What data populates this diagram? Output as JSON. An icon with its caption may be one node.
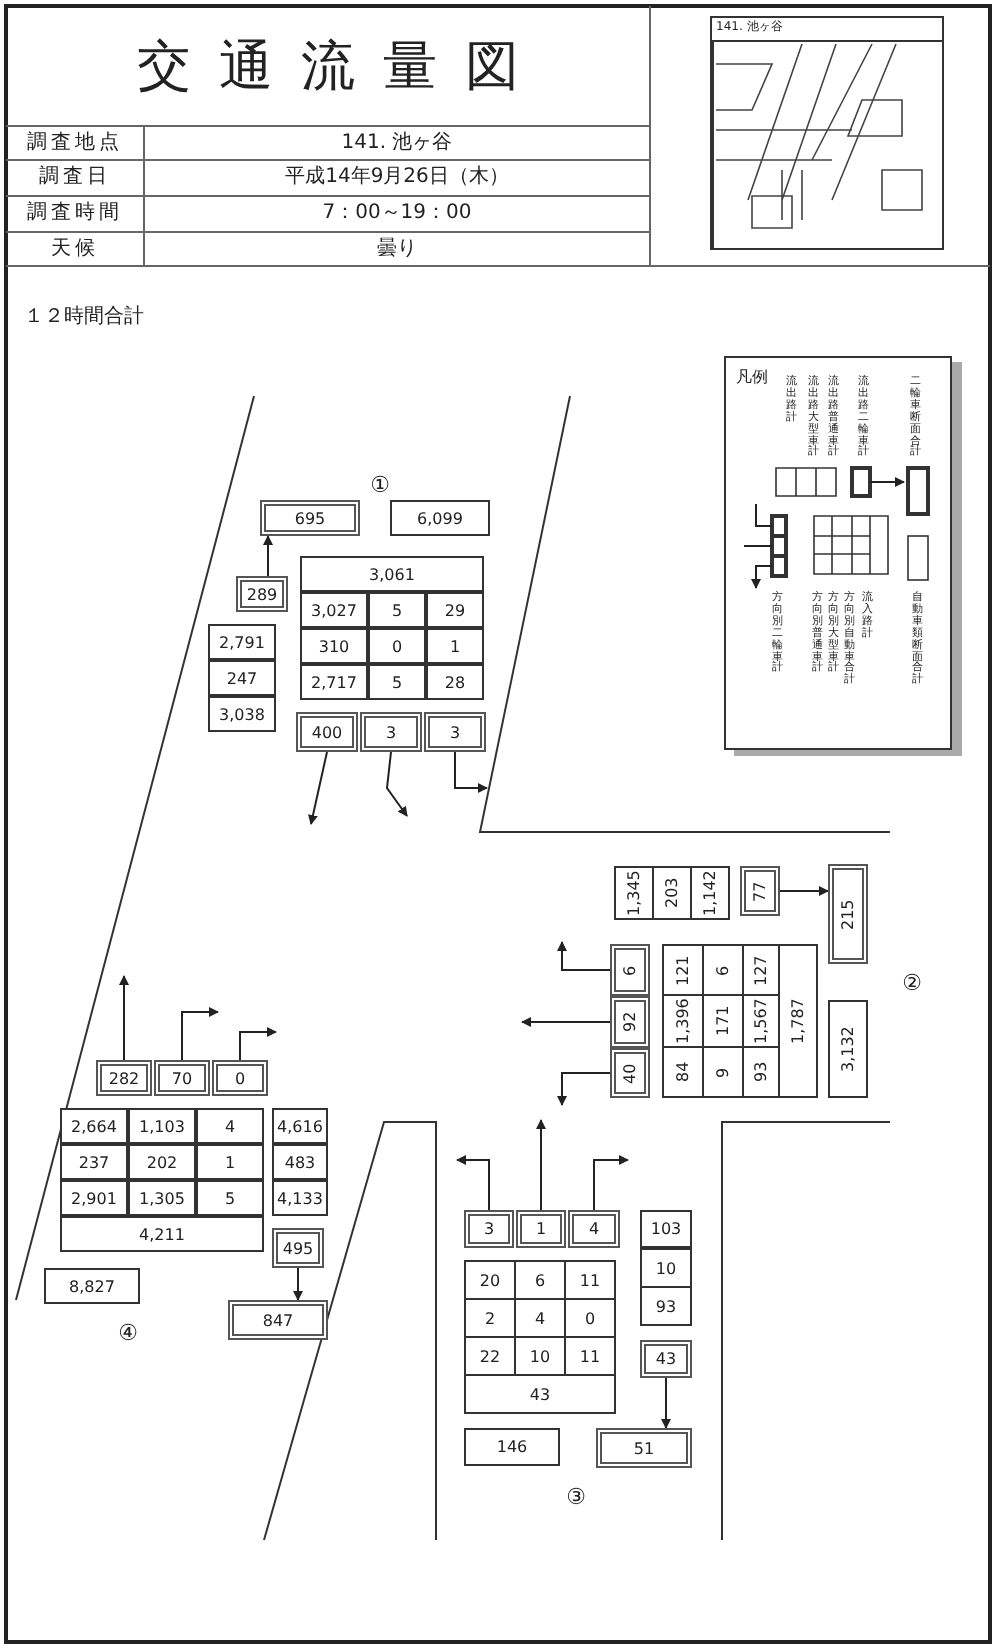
{
  "diagram": {
    "title": "交通流量図",
    "nodes": [
      {
        "text": [
          "695"
        ]
      },
      {
        "text": [
          "6,099"
        ]
      },
      {
        "text": [
          "289"
        ]
      },
      {
        "text": [
          "3,061"
        ]
      },
      {
        "text": [
          "3,027"
        ]
      },
      {
        "text": [
          "5"
        ]
      },
      {
        "text": [
          "29"
        ]
      },
      {
        "text": [
          "310"
        ]
      },
      {
        "text": [
          "0"
        ]
      },
      {
        "text": [
          "1"
        ]
      },
      {
        "text": [
          "2,717"
        ]
      },
      {
        "text": [
          "5"
        ]
      },
      {
        "text": [
          "28"
        ]
      },
      {
        "text": [
          "2,791"
        ]
      },
      {
        "text": [
          "247"
        ]
      },
      {
        "text": [
          "3,038"
        ]
      },
      {
        "text": [
          "400"
        ]
      },
      {
        "text": [
          "3"
        ]
      },
      {
        "text": [
          "3"
        ]
      },
      {
        "text": [
          "1,345"
        ]
      },
      {
        "text": [
          "203"
        ]
      },
      {
        "text": [
          "1,142"
        ]
      },
      {
        "text": [
          "77"
        ]
      },
      {
        "text": [
          "215"
        ]
      },
      {
        "text": [
          "6"
        ]
      },
      {
        "text": [
          "121"
        ]
      },
      {
        "text": [
          "6"
        ]
      },
      {
        "text": [
          "127"
        ]
      },
      {
        "text": [
          "1,787"
        ]
      },
      {
        "text": [
          "92"
        ]
      },
      {
        "text": [
          "1,396"
        ]
      },
      {
        "text": [
          "171"
        ]
      },
      {
        "text": [
          "1,567"
        ]
      },
      {
        "text": [
          "40"
        ]
      },
      {
        "text": [
          "84"
        ]
      },
      {
        "text": [
          "9"
        ]
      },
      {
        "text": [
          "93"
        ]
      },
      {
        "text": [
          "3,132"
        ]
      },
      {
        "text": [
          "282"
        ]
      },
      {
        "text": [
          "70"
        ]
      },
      {
        "text": [
          "0"
        ]
      },
      {
        "text": [
          "2,664"
        ]
      },
      {
        "text": [
          "1,103"
        ]
      },
      {
        "text": [
          "4"
        ]
      },
      {
        "text": [
          "4,616"
        ]
      },
      {
        "text": [
          "237"
        ]
      },
      {
        "text": [
          "202"
        ]
      },
      {
        "text": [
          "1"
        ]
      },
      {
        "text": [
          "483"
        ]
      },
      {
        "text": [
          "2,901"
        ]
      },
      {
        "text": [
          "1,305"
        ]
      },
      {
        "text": [
          "5"
        ]
      },
      {
        "text": [
          "4,133"
        ]
      },
      {
        "text": [
          "4,211"
        ]
      },
      {
        "text": [
          "495"
        ]
      },
      {
        "text": [
          "8,827"
        ]
      },
      {
        "text": [
          "847"
        ]
      },
      {
        "text": [
          "3"
        ]
      },
      {
        "text": [
          "1"
        ]
      },
      {
        "text": [
          "4"
        ]
      },
      {
        "text": [
          "103"
        ]
      },
      {
        "text": [
          "20"
        ]
      },
      {
        "text": [
          "6"
        ]
      },
      {
        "text": [
          "11"
        ]
      },
      {
        "text": [
          "10"
        ]
      },
      {
        "text": [
          "2"
        ]
      },
      {
        "text": [
          "4"
        ]
      },
      {
        "text": [
          "0"
        ]
      },
      {
        "text": [
          "93"
        ]
      },
      {
        "text": [
          "22"
        ]
      },
      {
        "text": [
          "10"
        ]
      },
      {
        "text": [
          "11"
        ]
      },
      {
        "text": [
          "43"
        ]
      },
      {
        "text": [
          "43"
        ]
      },
      {
        "text": [
          "146"
        ]
      },
      {
        "text": [
          "51"
        ]
      }
    ],
    "edges": [
      {
        "from": 2,
        "to": 0,
        "arrow": "to"
      },
      {
        "from": 16,
        "to": null,
        "arrow": "to"
      },
      {
        "from": 17,
        "to": null,
        "arrow": "to"
      },
      {
        "from": 18,
        "to": null,
        "arrow": "to"
      },
      {
        "from": 22,
        "to": 23,
        "arrow": "to"
      },
      {
        "from": 24,
        "to": null,
        "arrow": "to"
      },
      {
        "from": 29,
        "to": null,
        "arrow": "to"
      },
      {
        "from": 33,
        "to": null,
        "arrow": "to"
      },
      {
        "from": 54,
        "to": 56,
        "arrow": "to"
      },
      {
        "from": 38,
        "to": null,
        "arrow": "to"
      },
      {
        "from": 39,
        "to": null,
        "arrow": "to"
      },
      {
        "from": 40,
        "to": null,
        "arrow": "to"
      },
      {
        "from": 72,
        "to": 75,
        "arrow": "to"
      },
      {
        "from": 57,
        "to": null,
        "arrow": "to"
      },
      {
        "from": 58,
        "to": null,
        "arrow": "to"
      },
      {
        "from": 59,
        "to": null,
        "arrow": "to"
      }
    ],
    "labels": [
      "調査地点",
      "141. 池ヶ谷",
      "調査日",
      "平成14年9月26日（木）",
      "調査時間",
      "7：00～19：00",
      "天候",
      "曇り",
      "141. 池ヶ谷",
      "１２時間合計",
      "凡例",
      "①",
      "②",
      "④",
      "③"
    ],
    "legend": [
      {
        "text": "二輪車断面合計"
      },
      {
        "text": "流出路二輪車計"
      },
      {
        "text": "流出路普通車計"
      },
      {
        "text": "流出路大型車計"
      },
      {
        "text": "流出路計"
      },
      {
        "text": "自動車類断面合計"
      },
      {
        "text": "流入路計"
      },
      {
        "text": "方向別自動車合計"
      },
      {
        "text": "方向別大型車計"
      },
      {
        "text": "方向別普通車計"
      },
      {
        "text": "方向別二輪車計"
      }
    ]
  }
}
